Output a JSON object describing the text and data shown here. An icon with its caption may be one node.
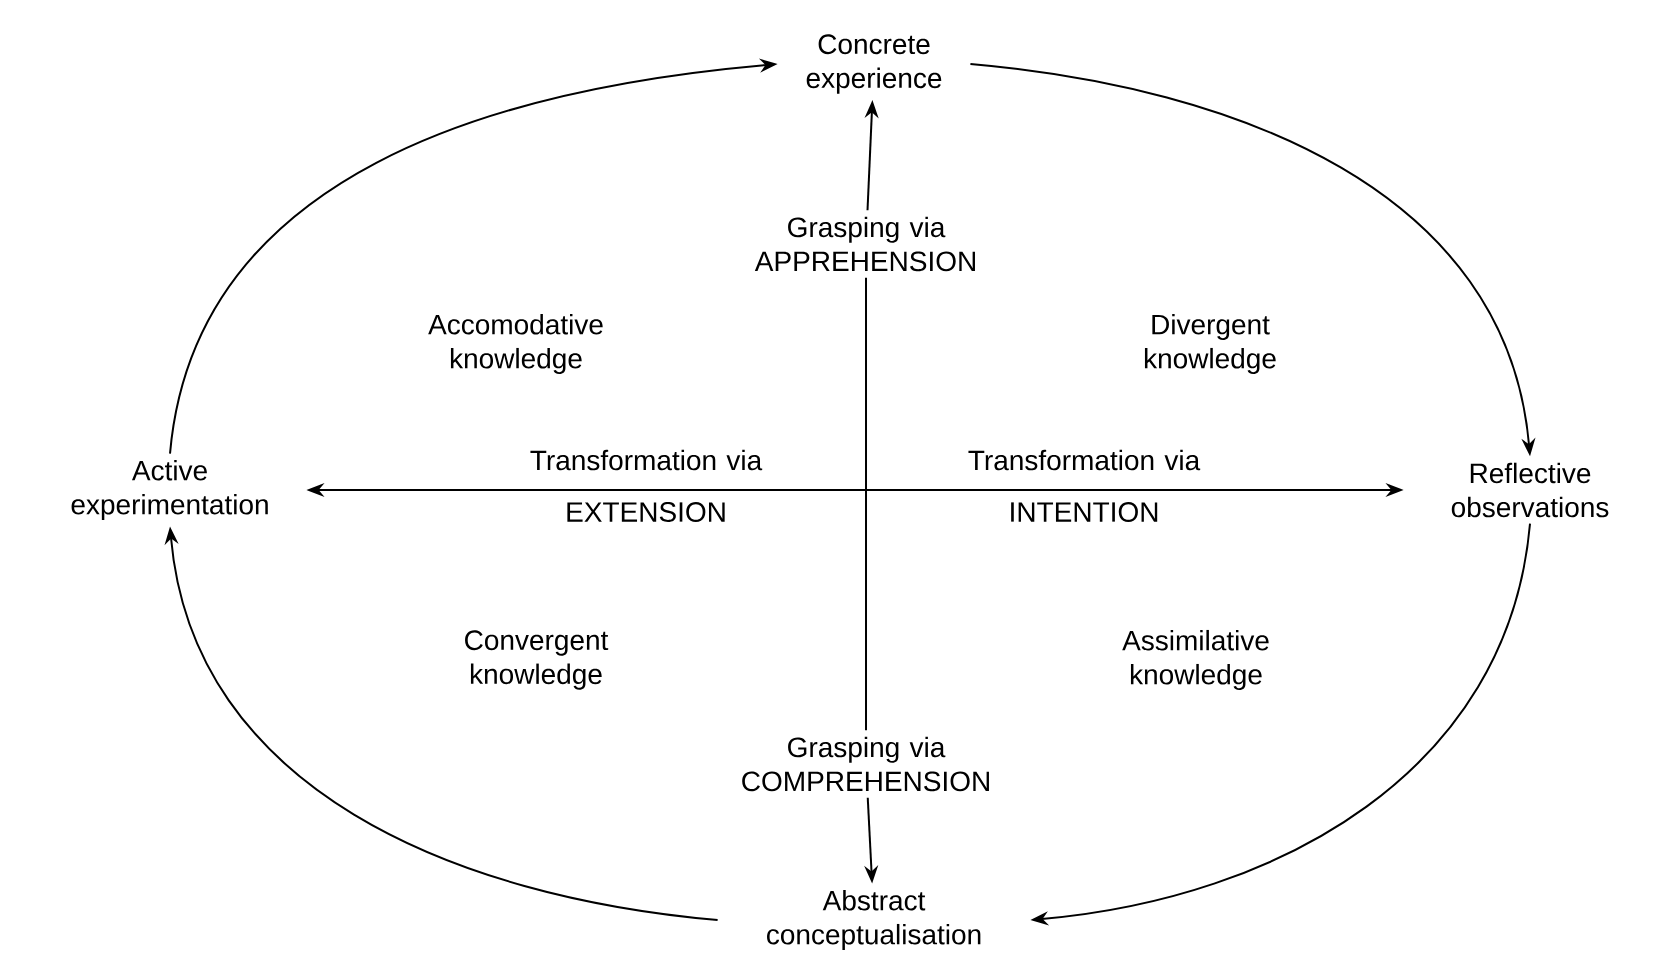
{
  "diagram": {
    "nodes": [
      {
        "text": [
          "Concrete experience"
        ]
      },
      {
        "text": [
          "Reflective observations"
        ]
      },
      {
        "text": [
          "Abstract conceptualisation"
        ]
      },
      {
        "text": [
          "Active experimentation"
        ]
      },
      {
        "text": [
          "Grasping via APPREHENSION"
        ]
      },
      {
        "text": [
          "Grasping via COMPREHENSION"
        ]
      }
    ],
    "edges": [
      {
        "from": 3,
        "to": 0,
        "arrow": "to"
      },
      {
        "from": 0,
        "to": 1,
        "arrow": "to"
      },
      {
        "from": 1,
        "to": 2,
        "arrow": "to"
      },
      {
        "from": 2,
        "to": 3,
        "arrow": "to"
      },
      {
        "from": 4,
        "to": 0,
        "arrow": "to"
      },
      {
        "from": 5,
        "to": 2,
        "arrow": "to"
      },
      {
        "from": 4,
        "to": 5,
        "arrow": "none"
      },
      {
        "from": 3,
        "to": 1,
        "arrow": "both"
      }
    ],
    "labels": [
      "Accomodative knowledge",
      "Divergent knowledge",
      "Transformation via",
      "Transformation via",
      "EXTENSION",
      "INTENTION",
      "Convergent knowledge",
      "Assimilative knowledge"
    ]
  }
}
